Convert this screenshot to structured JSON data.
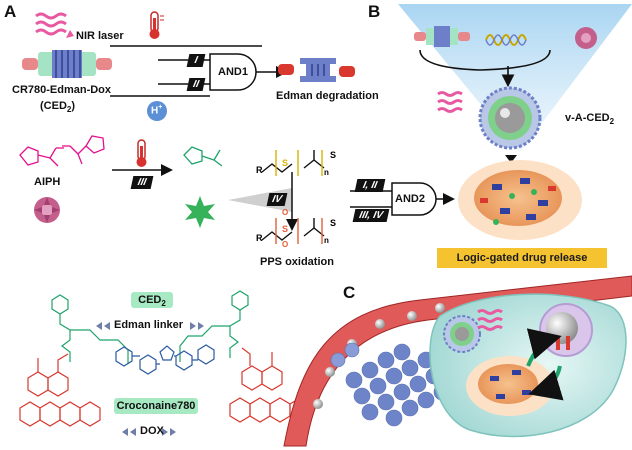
{
  "panels": {
    "a": "A",
    "b": "B",
    "c": "C"
  },
  "panel_a": {
    "nir_laser": "NIR laser",
    "drug_name": "CR780-Edman-Dox",
    "drug_abbr": "(CED",
    "drug_abbr_sub": "2",
    "drug_abbr_end": ")",
    "proton": "H",
    "proton_sup": "+",
    "gate1_label": "AND1",
    "input_1": "I",
    "input_2": "II",
    "edman_degradation": "Edman degradation",
    "aiph": "AIPH",
    "input_3": "III",
    "input_4": "IV",
    "gate2_inputs_top": "I, II",
    "gate2_inputs_bottom": "III, IV",
    "gate2_label": "AND2",
    "pps_oxidation": "PPS oxidation",
    "pps_top_r": "R",
    "pps_top_s": "S",
    "pps_top_n": "n",
    "pps_top_s2": "S",
    "pps_bot_r": "R",
    "pps_bot_o1": "O",
    "pps_bot_s": "S",
    "pps_bot_o2": "O",
    "pps_bot_n": "n",
    "pps_bot_s2": "S",
    "ced2": "CED",
    "ced2_sub": "2",
    "edman_linker": "Edman linker",
    "croconaine": "Croconaine780",
    "dox": "DOX"
  },
  "panel_b": {
    "nanoparticle": "v-A-CED",
    "nanoparticle_sub": "2",
    "logic_release": "Logic-gated drug release"
  },
  "colors": {
    "magenta": "#e4128f",
    "green": "#1ea36b",
    "red": "#d9382f",
    "yellow": "#d8b400",
    "mint": "#a7e9c3",
    "gold": "#f5c230",
    "sky": "#bfe0f5"
  }
}
